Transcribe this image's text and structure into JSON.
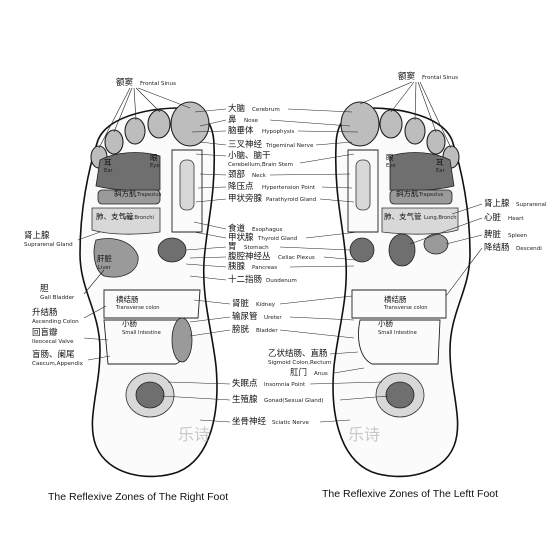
{
  "captions": {
    "right": "The Reflexive Zones of The Right Foot",
    "left": "The Reflexive Zones of The Leftt Foot"
  },
  "center_labels": [
    {
      "zh": "大脑",
      "en": "Cerebrum"
    },
    {
      "zh": "鼻",
      "en": "Nose"
    },
    {
      "zh": "脑垂体",
      "en": "Hypophysis"
    },
    {
      "zh": "三叉神经",
      "en": "Trigeminal Nerve"
    },
    {
      "zh": "小脑、脑干",
      "en": "Cerebellum,Brain Stem"
    },
    {
      "zh": "颈部",
      "en": "Neck"
    },
    {
      "zh": "降压点",
      "en": "Hypertension Point"
    },
    {
      "zh": "甲状旁腺",
      "en": "Parathyroid Gland"
    },
    {
      "zh": "食道",
      "en": "Esophagus"
    },
    {
      "zh": "甲状腺",
      "en": "Thyroid Gland"
    },
    {
      "zh": "胃",
      "en": "Stomach"
    },
    {
      "zh": "腹腔神经丛",
      "en": "Celiac Plexus"
    },
    {
      "zh": "胰腺",
      "en": "Pancreas"
    },
    {
      "zh": "十二指肠",
      "en": "Duodenum"
    },
    {
      "zh": "肾脏",
      "en": "Kidney"
    },
    {
      "zh": "输尿管",
      "en": "Ureter"
    },
    {
      "zh": "膀胱",
      "en": "Bladder"
    },
    {
      "zh": "乙状结肠、直肠",
      "en": "Sigmoid Colon,Rectum"
    },
    {
      "zh": "肛门",
      "en": "Anus"
    },
    {
      "zh": "失眠点",
      "en": "Insomnia Point"
    },
    {
      "zh": "生殖腺",
      "en": "Gonad(Sexual Gland)"
    },
    {
      "zh": "坐骨神经",
      "en": "Sciatic Nerve"
    }
  ],
  "right_outer_labels": [
    {
      "zh": "额窦",
      "en": "Frontal Sinus"
    },
    {
      "zh": "肾上腺",
      "en": "Suprarenal Gland"
    },
    {
      "zh": "胆",
      "en": "Gall Bladder"
    },
    {
      "zh": "升结肠",
      "en": "Ascending Colon"
    },
    {
      "zh": "回盲瓣",
      "en": "Ileocecal Valve"
    },
    {
      "zh": "盲肠、阑尾",
      "en": "Caecum,Appendix"
    }
  ],
  "left_outer_labels": [
    {
      "zh": "额窦",
      "en": "Frontal Sinus"
    },
    {
      "zh": "肾上腺",
      "en": "Suprarenal"
    },
    {
      "zh": "心脏",
      "en": "Heart"
    },
    {
      "zh": "脾脏",
      "en": "Spleen"
    },
    {
      "zh": "降结肠",
      "en": "Descendi"
    }
  ],
  "right_inner": [
    {
      "zh": "耳",
      "en": "Ear"
    },
    {
      "zh": "眼",
      "en": "Eye"
    },
    {
      "zh": "斜方肌",
      "en": "Trapezius"
    },
    {
      "zh": "肺、支气管",
      "en": "Lung,Bronchi"
    },
    {
      "zh": "肝脏",
      "en": "Liver"
    },
    {
      "zh": "横结肠",
      "en": "Transverse colon"
    },
    {
      "zh": "小肠",
      "en": "Small Intestine"
    }
  ],
  "left_inner": [
    {
      "zh": "耳",
      "en": "Ear"
    },
    {
      "zh": "眼",
      "en": "Eye"
    },
    {
      "zh": "斜方肌",
      "en": "Trapezius"
    },
    {
      "zh": "肺、支气管",
      "en": "Lung,Bronch"
    },
    {
      "zh": "横结肠",
      "en": "Transverse colon"
    },
    {
      "zh": "小肠",
      "en": "Small Intestine"
    }
  ],
  "watermark": "乐诗"
}
